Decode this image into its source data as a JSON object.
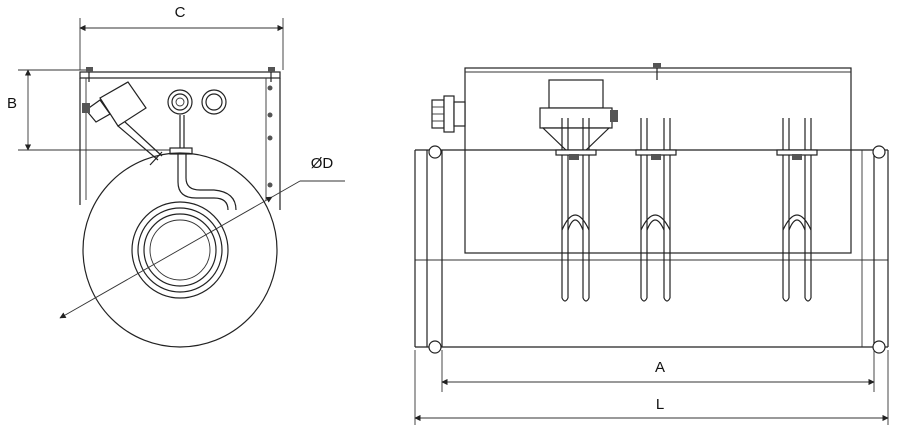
{
  "labels": {
    "c": "C",
    "b": "B",
    "d": "ØD",
    "a": "A",
    "l": "L"
  },
  "colors": {
    "line": "#222222",
    "background": "#ffffff"
  }
}
